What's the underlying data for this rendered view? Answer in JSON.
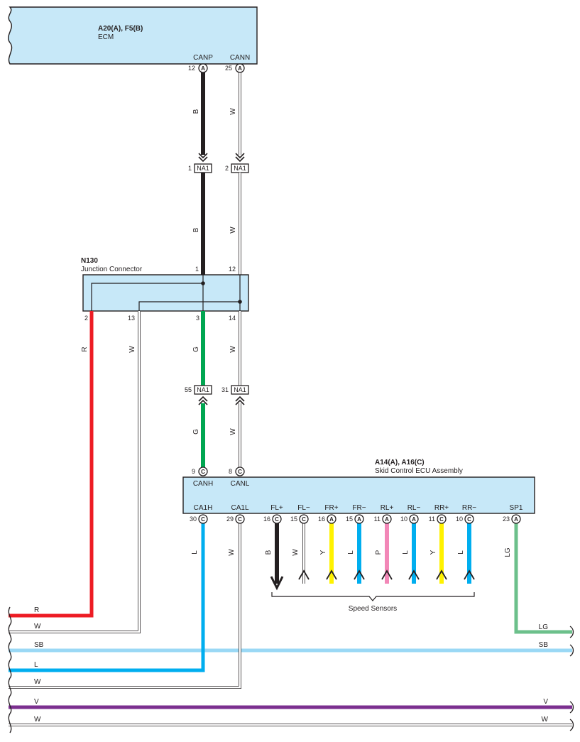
{
  "colors": {
    "B": "#231f20",
    "W": "#ffffff",
    "R": "#ed1c24",
    "G": "#00a651",
    "L": "#00aeef",
    "Y": "#fff200",
    "P": "#f287b7",
    "LG": "#6cc08b",
    "SB": "#9ad8f5",
    "V": "#7b2f8f",
    "box_fill": "#c7e8f8"
  },
  "ecm": {
    "code": "A20(A), F5(B)",
    "name": "ECM",
    "pins": [
      {
        "label": "CANP",
        "num": "12",
        "conn": "A"
      },
      {
        "label": "CANN",
        "num": "25",
        "conn": "A"
      }
    ]
  },
  "wire_labels": {
    "ecm_canp": "B",
    "ecm_cann": "W",
    "na1_p1": "B",
    "na1_p2": "W",
    "jc_2": "R",
    "jc_13": "W",
    "jc_3": "G",
    "jc_14": "W",
    "na1_p55": "G",
    "na1_p31": "W"
  },
  "na1_top": [
    {
      "num": "1",
      "name": "NA1"
    },
    {
      "num": "2",
      "name": "NA1"
    }
  ],
  "na1_mid": [
    {
      "num": "55",
      "name": "NA1"
    },
    {
      "num": "31",
      "name": "NA1"
    }
  ],
  "junction": {
    "code": "N130",
    "name": "Junction Connector",
    "top_pins": [
      "1",
      "12"
    ],
    "bottom_pins": [
      "2",
      "13",
      "3",
      "14"
    ]
  },
  "skid": {
    "code": "A14(A), A16(C)",
    "name": "Skid Control ECU Assembly",
    "top_pins": [
      {
        "num": "9",
        "conn": "C",
        "label": "CANH"
      },
      {
        "num": "8",
        "conn": "C",
        "label": "CANL"
      }
    ],
    "bottom_pins": [
      {
        "label": "CA1H",
        "num": "30",
        "conn": "C",
        "wire": "L"
      },
      {
        "label": "CA1L",
        "num": "29",
        "conn": "C",
        "wire": "W"
      },
      {
        "label": "FL+",
        "num": "16",
        "conn": "C",
        "wire": "B"
      },
      {
        "label": "FL−",
        "num": "15",
        "conn": "C",
        "wire": "W"
      },
      {
        "label": "FR+",
        "num": "16",
        "conn": "A",
        "wire": "Y"
      },
      {
        "label": "FR−",
        "num": "15",
        "conn": "A",
        "wire": "L"
      },
      {
        "label": "RL+",
        "num": "11",
        "conn": "A",
        "wire": "P"
      },
      {
        "label": "RL−",
        "num": "10",
        "conn": "A",
        "wire": "L"
      },
      {
        "label": "RR+",
        "num": "11",
        "conn": "C",
        "wire": "Y"
      },
      {
        "label": "RR−",
        "num": "10",
        "conn": "C",
        "wire": "L"
      },
      {
        "label": "SP1",
        "num": "23",
        "conn": "A",
        "wire": "LG"
      }
    ]
  },
  "speed_sensors_label": "Speed Sensors",
  "bus_wires": [
    {
      "left": "R",
      "right": ""
    },
    {
      "left": "W",
      "right": ""
    },
    {
      "left": "",
      "right": "LG"
    },
    {
      "left": "SB",
      "right": "SB"
    },
    {
      "left": "L",
      "right": ""
    },
    {
      "left": "W",
      "right": ""
    },
    {
      "left": "V",
      "right": "V"
    },
    {
      "left": "W",
      "right": "W"
    }
  ]
}
